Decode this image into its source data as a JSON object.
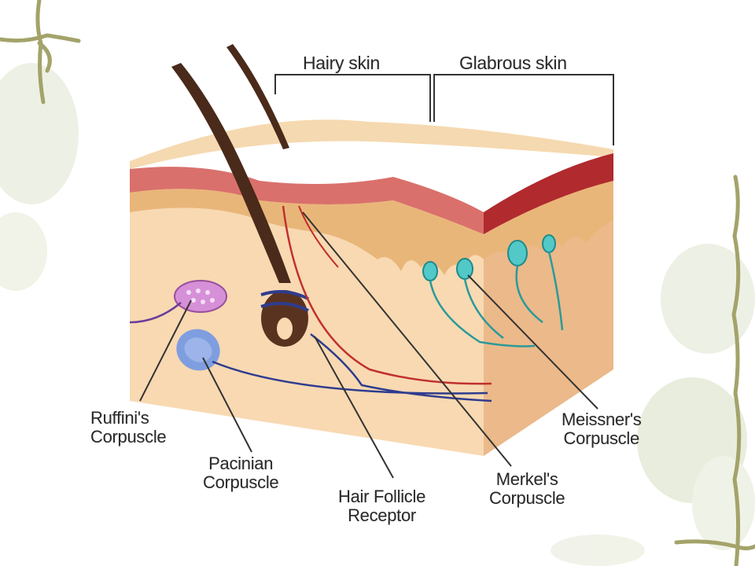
{
  "regions": {
    "hairy_skin": "Hairy skin",
    "glabrous_skin": "Glabrous skin"
  },
  "labels": {
    "ruffini": [
      "Ruffini's",
      "Corpuscle"
    ],
    "pacinian": [
      "Pacinian",
      "Corpuscle"
    ],
    "hair_follicle": [
      "Hair Follicle",
      "Receptor"
    ],
    "merkel": [
      "Merkel's",
      "Corpuscle"
    ],
    "meissner": [
      "Meissner's",
      "Corpuscle"
    ]
  },
  "colors": {
    "slide_vine": "#a3a36a",
    "slide_wash": "#dfe5cf",
    "skin_surface": "#f5d9b0",
    "dermis": "#f8d9b2",
    "epidermis_red": "#d9706c",
    "epidermis_dark_red": "#b02a2e",
    "hair": "#4a2a1a",
    "ruffini_fill": "#d690d8",
    "pacinian_fill": "#7f9ee0",
    "merkel_nerve": "#2a9a9a",
    "nerve_red": "#c0302c",
    "nerve_blue": "#2f3c8e",
    "nerve_purple": "#6a3c9a"
  }
}
